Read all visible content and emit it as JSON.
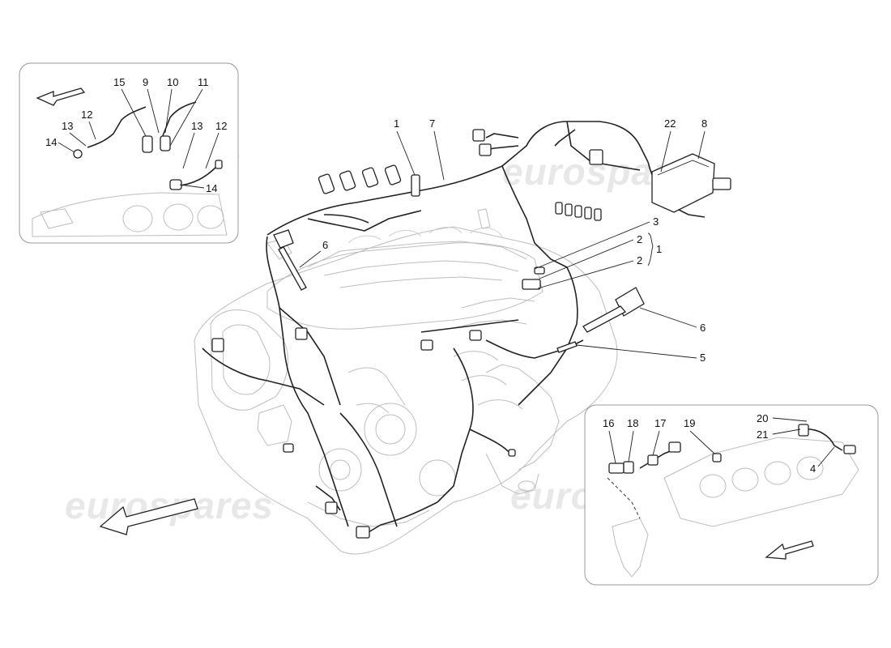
{
  "watermark": {
    "text": "eurospares"
  },
  "callouts": {
    "main_1a": "1",
    "main_7": "7",
    "main_22": "22",
    "main_8": "8",
    "main_3": "3",
    "main_2a": "2",
    "main_2b": "2",
    "main_1b": "1",
    "main_6a": "6",
    "main_6b": "6",
    "main_5": "5",
    "tl_15": "15",
    "tl_9": "9",
    "tl_10": "10",
    "tl_11": "11",
    "tl_12a": "12",
    "tl_13a": "13",
    "tl_14a": "14",
    "tl_13b": "13",
    "tl_12b": "12",
    "tl_14b": "14",
    "br_16": "16",
    "br_18": "18",
    "br_17": "17",
    "br_19": "19",
    "br_20": "20",
    "br_21": "21",
    "br_4": "4"
  },
  "icons": {
    "direction_arrow": "direction-arrow-icon"
  }
}
